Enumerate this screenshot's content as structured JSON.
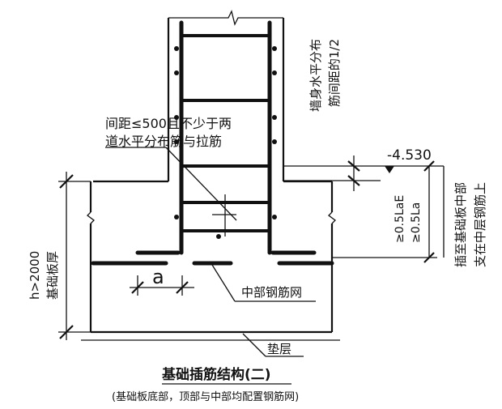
{
  "labels": {
    "spacing_note_line1": "间距≤500且不少于两",
    "spacing_note_line2": "道水平分布筋与拉筋",
    "wall_note_line1": "墙身水平分布",
    "wall_note_line2": "筋间距的1/2",
    "elevation": "-4.530",
    "anchor_1": "≥0.5LaE",
    "anchor_2": "≥0.5La",
    "bar_note_line1": "插至基础板中部",
    "bar_note_line2": "支在中层钢筋上",
    "thickness_line1": "h>2000",
    "thickness_line2": "基础板厚",
    "dim_a": "a",
    "mid_mesh": "中部钢筋网",
    "cushion": "垫层"
  },
  "caption": {
    "title": "基础插筋结构(二)",
    "subtitle": "(基础板底部，顶部与中部均配置钢筋网)"
  }
}
